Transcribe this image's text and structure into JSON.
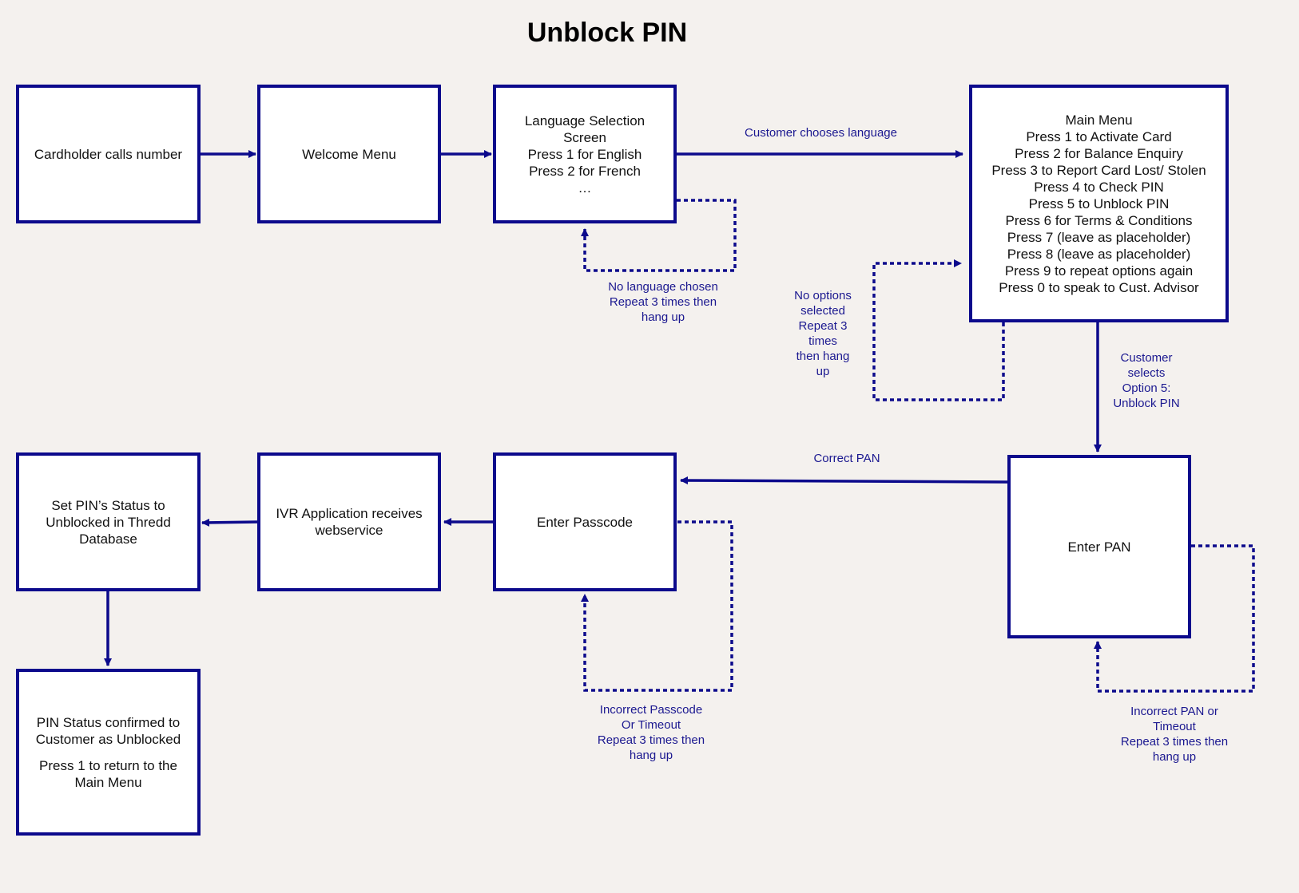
{
  "title": "Unblock PIN",
  "colors": {
    "box_border": "#0c0a8c",
    "arrow": "#0c0a8c",
    "label_text": "#1b1890",
    "background": "#f4f1ee"
  },
  "nodes": {
    "cardholder": {
      "lines": [
        "Cardholder calls number"
      ]
    },
    "welcome": {
      "lines": [
        "Welcome Menu"
      ]
    },
    "language": {
      "lines": [
        "Language Selection",
        "Screen",
        "Press 1 for English",
        "Press 2 for French",
        "…"
      ]
    },
    "main_menu": {
      "lines": [
        "Main Menu",
        "Press 1 to Activate Card",
        "Press 2 for Balance Enquiry",
        "Press 3 to Report Card Lost/ Stolen",
        "Press 4 to Check PIN",
        "Press 5 to Unblock PIN",
        "Press 6 for Terms & Conditions",
        "Press 7 (leave as placeholder)",
        "Press 8 (leave as placeholder)",
        "Press 9 to repeat options again",
        "Press 0 to speak to Cust. Advisor"
      ]
    },
    "enter_pan": {
      "lines": [
        "Enter PAN"
      ]
    },
    "enter_passcode": {
      "lines": [
        "Enter Passcode"
      ]
    },
    "ivr": {
      "lines": [
        "IVR Application receives",
        "webservice"
      ]
    },
    "set_status": {
      "lines": [
        "Set PIN’s Status to",
        "Unblocked in Thredd",
        "Database"
      ]
    },
    "confirmed": {
      "lines": [
        "PIN Status confirmed to",
        "Customer as Unblocked",
        "",
        "Press 1 to return to the",
        "Main Menu"
      ]
    }
  },
  "labels": {
    "customer_chooses_language": [
      "Customer chooses language"
    ],
    "no_language": [
      "No language chosen",
      "Repeat 3 times then",
      "hang up"
    ],
    "no_options": [
      "No options",
      "selected",
      "Repeat 3",
      "times",
      "then hang",
      "up"
    ],
    "customer_selects": [
      "Customer",
      "selects",
      "Option 5:",
      "Unblock PIN"
    ],
    "correct_pan": [
      "Correct PAN"
    ],
    "incorrect_passcode": [
      "Incorrect Passcode",
      "Or Timeout",
      "Repeat 3 times then",
      "hang up"
    ],
    "incorrect_pan": [
      "Incorrect PAN or",
      "Timeout",
      "Repeat 3 times then",
      "hang up"
    ]
  }
}
